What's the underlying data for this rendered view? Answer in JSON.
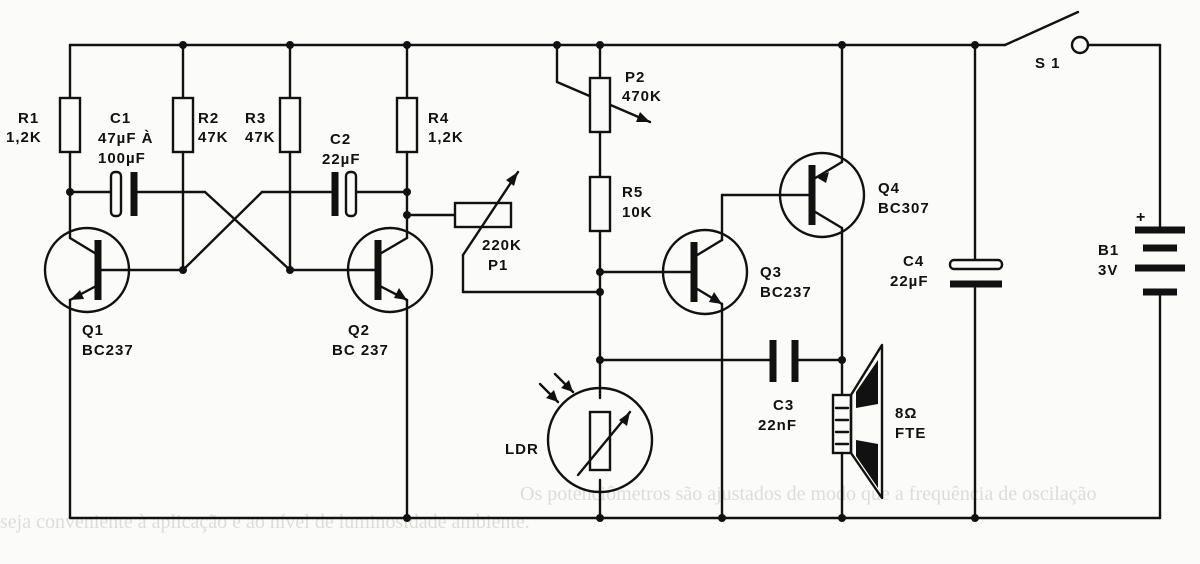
{
  "components": {
    "R1": {
      "name": "R1",
      "value": "1,2K"
    },
    "R2": {
      "name": "R2",
      "value": "47K"
    },
    "R3": {
      "name": "R3",
      "value": "47K"
    },
    "R4": {
      "name": "R4",
      "value": "1,2K"
    },
    "C1": {
      "name": "C1",
      "value_line1": "47µF À",
      "value_line2": "100µF"
    },
    "C2": {
      "name": "C2",
      "value": "22µF"
    },
    "P1": {
      "name": "P1",
      "value": "220K"
    },
    "P2": {
      "name": "P2",
      "value": "470K"
    },
    "R5": {
      "name": "R5",
      "value": "10K"
    },
    "Q1": {
      "name": "Q1",
      "type": "BC237"
    },
    "Q2": {
      "name": "Q2",
      "type": "BC 237"
    },
    "Q3": {
      "name": "Q3",
      "type": "BC237"
    },
    "Q4": {
      "name": "Q4",
      "type": "BC307"
    },
    "C3": {
      "name": "C3",
      "value": "22nF"
    },
    "C4": {
      "name": "C4",
      "value": "22µF"
    },
    "LDR": {
      "name": "LDR"
    },
    "FTE": {
      "name": "8Ω",
      "label": "FTE"
    },
    "S1": {
      "name": "S 1"
    },
    "B1": {
      "name": "B1",
      "value": "3V",
      "polarity": "+"
    }
  },
  "background_text": {
    "line1": "Os potenciômetros são ajustados de modo que a frequência de oscilação",
    "line2": "seja conveniente à aplicação e ao nível de luminosidade ambiente."
  }
}
